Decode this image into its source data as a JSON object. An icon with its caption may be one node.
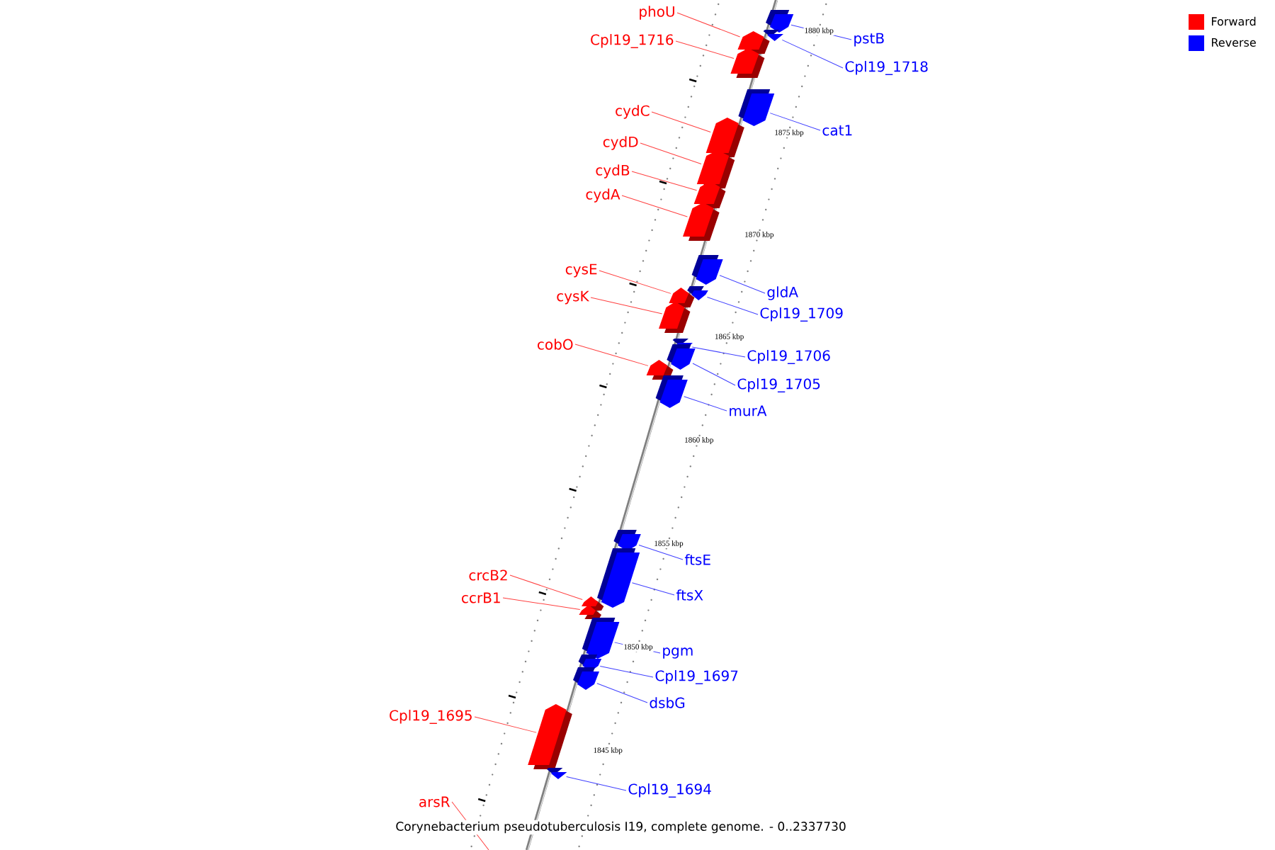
{
  "diagram": {
    "caption": "Corynebacterium pseudotuberculosis I19, complete genome. - 0..2337730",
    "nodes": [
      {
        "text": [
          "phoU"
        ]
      },
      {
        "text": [
          "pstB"
        ]
      },
      {
        "text": [
          "Cpl19_1716"
        ]
      },
      {
        "text": [
          "Cpl19_1718"
        ]
      },
      {
        "text": [
          "cydC"
        ]
      },
      {
        "text": [
          "cat1"
        ]
      },
      {
        "text": [
          "cydD"
        ]
      },
      {
        "text": [
          "cydB"
        ]
      },
      {
        "text": [
          "cydA"
        ]
      },
      {
        "text": [
          "cysE"
        ]
      },
      {
        "text": [
          "gldA"
        ]
      },
      {
        "text": [
          "cysK"
        ]
      },
      {
        "text": [
          "Cpl19_1709"
        ]
      },
      {
        "text": [
          "cobO"
        ]
      },
      {
        "text": [
          "Cpl19_1706"
        ]
      },
      {
        "text": [
          "Cpl19_1705"
        ]
      },
      {
        "text": [
          "murA"
        ]
      },
      {
        "text": [
          "ftsE"
        ]
      },
      {
        "text": [
          "crcB2"
        ]
      },
      {
        "text": [
          "ftsX"
        ]
      },
      {
        "text": [
          "ccrB1"
        ]
      },
      {
        "text": [
          "pgm"
        ]
      },
      {
        "text": [
          "Cpl19_1697"
        ]
      },
      {
        "text": [
          "dsbG"
        ]
      },
      {
        "text": [
          "Cpl19_1695"
        ]
      },
      {
        "text": [
          "Cpl19_1694"
        ]
      },
      {
        "text": [
          "arsR"
        ]
      },
      {
        "text": [],
        "shape": "box"
      },
      {
        "text": [],
        "shape": "box"
      },
      {
        "text": [],
        "shape": "box"
      },
      {
        "text": [],
        "shape": "box"
      },
      {
        "text": [],
        "shape": "box"
      },
      {
        "text": [],
        "shape": "box"
      },
      {
        "text": [],
        "shape": "box"
      },
      {
        "text": [],
        "shape": "box"
      },
      {
        "text": [],
        "shape": "box"
      },
      {
        "text": [],
        "shape": "box"
      },
      {
        "text": [],
        "shape": "box"
      },
      {
        "text": [],
        "shape": "box"
      },
      {
        "text": [],
        "shape": "box"
      },
      {
        "text": [],
        "shape": "box"
      },
      {
        "text": [],
        "shape": "box"
      },
      {
        "text": [],
        "shape": "box"
      },
      {
        "text": [],
        "shape": "box"
      },
      {
        "text": [],
        "shape": "box"
      },
      {
        "text": [],
        "shape": "box"
      },
      {
        "text": [],
        "shape": "box"
      },
      {
        "text": [],
        "shape": "box"
      },
      {
        "text": [],
        "shape": "box"
      },
      {
        "text": [],
        "shape": "box"
      },
      {
        "text": [],
        "shape": "box"
      },
      {
        "text": [],
        "shape": "box"
      },
      {
        "text": [],
        "shape": "box"
      }
    ],
    "edges": [
      {
        "from": 0,
        "to": 28,
        "arrow": "none",
        "color": "#ff4040"
      },
      {
        "from": 1,
        "to": 27,
        "arrow": "none"
      },
      {
        "from": 2,
        "to": 30,
        "arrow": "none",
        "color": "#ff4040"
      },
      {
        "from": 3,
        "to": 29,
        "arrow": "none"
      },
      {
        "from": 4,
        "to": 32,
        "arrow": "none",
        "color": "#ff4040"
      },
      {
        "from": 5,
        "to": 31,
        "arrow": "none"
      },
      {
        "from": 6,
        "to": 33,
        "arrow": "none",
        "color": "#ff4040"
      },
      {
        "from": 7,
        "to": 34,
        "arrow": "none",
        "color": "#ff4040"
      },
      {
        "from": 8,
        "to": 35,
        "arrow": "none",
        "color": "#ff4040"
      },
      {
        "from": 9,
        "to": 38,
        "arrow": "none",
        "color": "#ff4040"
      },
      {
        "from": 10,
        "to": 36,
        "arrow": "none"
      },
      {
        "from": 11,
        "to": 39,
        "arrow": "none",
        "color": "#ff4040"
      },
      {
        "from": 12,
        "to": 37,
        "arrow": "none"
      },
      {
        "from": 13,
        "to": 42,
        "arrow": "none",
        "color": "#ff4040"
      },
      {
        "from": 14,
        "to": 40,
        "arrow": "none"
      },
      {
        "from": 15,
        "to": 41,
        "arrow": "none"
      },
      {
        "from": 16,
        "to": 43,
        "arrow": "none"
      },
      {
        "from": 17,
        "to": 44,
        "arrow": "none"
      },
      {
        "from": 18,
        "to": 46,
        "arrow": "none",
        "color": "#ff4040"
      },
      {
        "from": 19,
        "to": 45,
        "arrow": "none"
      },
      {
        "from": 20,
        "to": 47,
        "arrow": "none",
        "color": "#ff4040"
      },
      {
        "from": 21,
        "to": 48,
        "arrow": "none"
      },
      {
        "from": 22,
        "to": 49,
        "arrow": "none"
      },
      {
        "from": 23,
        "to": 50,
        "arrow": "none"
      },
      {
        "from": 24,
        "to": 51,
        "arrow": "none",
        "color": "#ff4040"
      },
      {
        "from": 25,
        "to": 52,
        "arrow": "none"
      },
      {
        "from": 26,
        "to": null,
        "arrow": "none",
        "color": "#ff4040"
      }
    ],
    "labels": [
      "1880 kbp",
      "1875 kbp",
      "1870 kbp",
      "1865 kbp",
      "1860 kbp",
      "1855 kbp",
      "1850 kbp",
      "1845 kbp"
    ],
    "legend": [
      {
        "text": "Forward",
        "color": "#ff0000"
      },
      {
        "text": "Reverse",
        "color": "#0000ff"
      }
    ]
  }
}
